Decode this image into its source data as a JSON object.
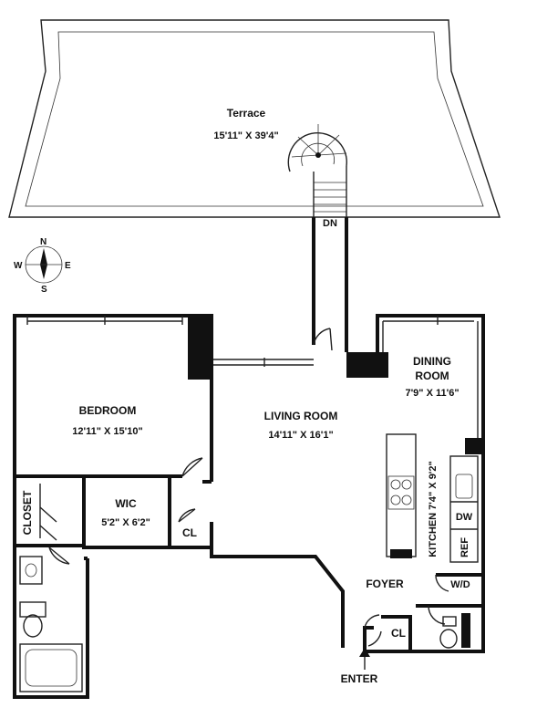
{
  "rooms": {
    "terrace": {
      "name": "Terrace",
      "dims": "15'11\" X 39'4\""
    },
    "bedroom": {
      "name": "BEDROOM",
      "dims": "12'11\" X 15'10\""
    },
    "living": {
      "name": "LIVING ROOM",
      "dims": "14'11\" X 16'1\""
    },
    "dining": {
      "name": "DINING",
      "name2": "ROOM",
      "dims": "7'9\" X 11'6\""
    },
    "wic": {
      "name": "WIC",
      "dims": "5'2\" X 6'2\""
    },
    "kitchen": {
      "label": "KITCHEN 7'4\" X 9'2\""
    },
    "foyer": {
      "name": "FOYER"
    },
    "closet": {
      "name": "CLOSET"
    }
  },
  "fixtures": {
    "dn": "DN",
    "cl_left": "CL",
    "cl_foyer": "CL",
    "dw": "DW",
    "ref": "REF",
    "wd": "W/D",
    "enter": "ENTER"
  },
  "compass": {
    "n": "N",
    "s": "S",
    "e": "E",
    "w": "W"
  }
}
